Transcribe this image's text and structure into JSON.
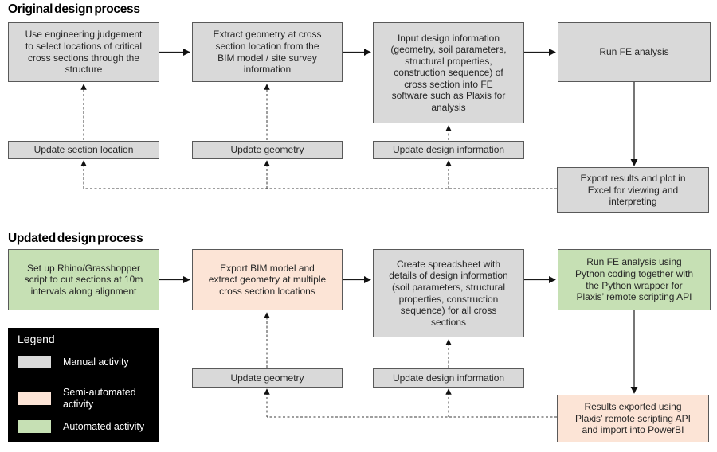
{
  "colors": {
    "manual_gray": "#d9d9d9",
    "semi_automated_peach": "#fce4d6",
    "automated_green": "#c6e0b4",
    "box_border": "#595959",
    "legend_background": "#000000",
    "text": "#262626"
  },
  "original": {
    "title": "Original design process",
    "steps": [
      {
        "type": "manual",
        "text": "Use engineering judgement\nto select locations of critical\ncross sections through the\nstructure"
      },
      {
        "type": "manual",
        "text": "Extract geometry at cross\nsection location from the\nBIM model / site survey\ninformation"
      },
      {
        "type": "manual",
        "text": "Input design information\n(geometry, soil parameters,\nstructural properties,\nconstruction sequence) of\ncross section into FE\nsoftware such as Plaxis for\nanalysis"
      },
      {
        "type": "manual",
        "text": "Run FE analysis"
      }
    ],
    "feedback": [
      {
        "text": "Update section location"
      },
      {
        "text": "Update geometry"
      },
      {
        "text": "Update design information"
      }
    ],
    "results": "Export results and plot in\nExcel for viewing and\ninterpreting"
  },
  "updated": {
    "title": "Updated design process",
    "steps": [
      {
        "type": "automated",
        "text": "Set up Rhino/Grasshopper\nscript to cut sections at 10m\nintervals along alignment"
      },
      {
        "type": "semi-automated",
        "text": "Export BIM model and\nextract geometry at multiple\ncross section locations"
      },
      {
        "type": "manual",
        "text": "Create spreadsheet with\ndetails of design information\n(soil parameters, structural\nproperties, construction\nsequence) for all cross\nsections"
      },
      {
        "type": "automated",
        "text": "Run FE analysis using\nPython coding together with\nthe Python wrapper for\nPlaxis’ remote scripting API"
      }
    ],
    "feedback": [
      {
        "text": "Update geometry"
      },
      {
        "text": "Update design information"
      }
    ],
    "results": "Results exported using\nPlaxis’ remote scripting API\nand import into PowerBI"
  },
  "legend": {
    "title": "Legend",
    "items": [
      {
        "label": "Manual activity",
        "color": "#d9d9d9"
      },
      {
        "label": "Semi-automated\nactivity",
        "color": "#fce4d6"
      },
      {
        "label": "Automated activity",
        "color": "#c6e0b4"
      }
    ]
  }
}
